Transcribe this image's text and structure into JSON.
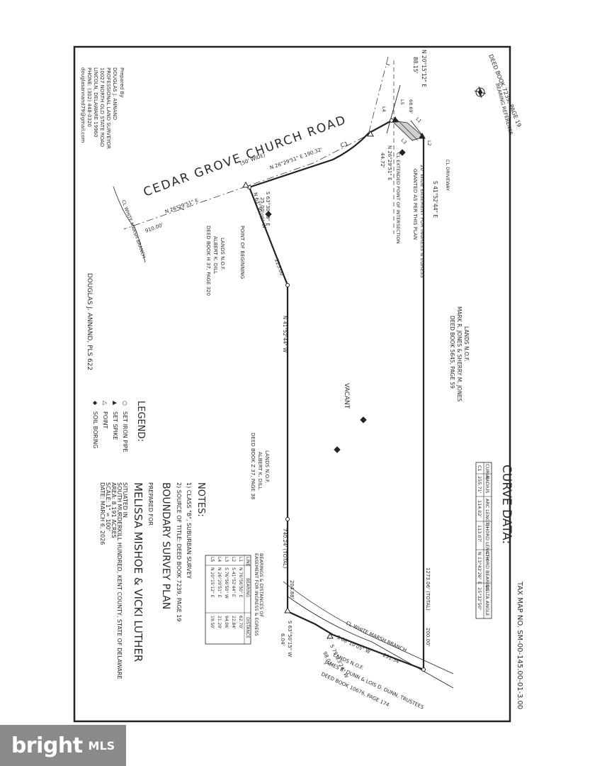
{
  "tax_map": "TAX MAP NO. SM-00-145.00-01-3.00",
  "curve_data": {
    "title": "CURVE DATA:",
    "headers": [
      "CURVE",
      "RADIUS",
      "ARC LENGTH",
      "CHORD LENGTH",
      "CHORD BEARING",
      "DELTA ANGLE"
    ],
    "rows": [
      [
        "C1",
        "255.71'",
        "114.02'",
        "113.07'",
        "N 13°43'26\" E",
        "25°32'50\""
      ]
    ]
  },
  "title_block": {
    "plan_title": "BOUNDARY SURVEY PLAN",
    "prepared_for_label": "PREPARED FOR",
    "client": "MELISSA MISHOE & VICKI LUTHER",
    "situated_label": "SITUATED IN",
    "location": "SOUTH MURDERKILL HUNDRED, KENT COUNTY, STATE OF DELAWARE",
    "area": "AREA: 8.191 ACRES",
    "scale": "SCALE: 1\" = 100'",
    "date": "DATE: MARCH 6, 2026"
  },
  "notes": {
    "title": "NOTES:",
    "items": [
      "1) CLASS \"B\", SUBURBAN SURVEY",
      "2) SOURCE OF TITLE: DEED BOOK 7239, PAGE 19"
    ]
  },
  "legend": {
    "title": "LEGEND:",
    "items": [
      {
        "icon": "circle-icon",
        "symbol": "○",
        "label": "SET IRON PIPE"
      },
      {
        "icon": "triangle-filled-icon",
        "symbol": "▲",
        "label": "SET SPIKE"
      },
      {
        "icon": "triangle-outline-icon",
        "symbol": "△",
        "label": "POINT"
      },
      {
        "icon": "diamond-icon",
        "symbol": "◆",
        "label": "SOIL BORING"
      }
    ]
  },
  "prepared_by": {
    "lines": [
      "Prepared By",
      "DOUGLAS J. ANNAND",
      "PROFESSIONAL LAND SURVEYOR",
      "10027 NORTH OLD STATE ROAD",
      "LINCOLN, DELAWARE 19960",
      "PHONE: (302) 448-0320",
      "douglasannand79@gmail.com"
    ]
  },
  "signature": "DOUGLAS J. ANNAND, PLS 622",
  "easement_table": {
    "title1": "BEARINGS & DISTANCES OF",
    "title2": "EASEMENT FOR INGRESS & EGRESS",
    "headers": [
      "LINE",
      "BEARING",
      "DISTANCE"
    ],
    "rows": [
      [
        "L1",
        "N 76°56'50\" E",
        "62.70'"
      ],
      [
        "L2",
        "S 41°52'44\" E",
        "22.84'"
      ],
      [
        "L3",
        "S 76°56'50\" W",
        "94.06'"
      ],
      [
        "L4",
        "N 26°29'51\" E",
        "21.29'"
      ],
      [
        "L5",
        "N 20°15'12\" E",
        "19.50'"
      ]
    ]
  },
  "road": {
    "name": "CEDAR GROVE CHURCH ROAD",
    "width": "(50' WIDE)",
    "bearing1": "N 26°29'51\" E 190.32'",
    "bearing2": "N 26°29'51\" E",
    "dist": "910.00'"
  },
  "labels": {
    "deed_ref": "DEED BOOK 7239, PAGE 19",
    "bearing_ref": "BEARING REFERENCE",
    "n_2015": "N 20°15'12\" E",
    "n_2015_dist": "88.15'",
    "cl_driveway": "CL DRIVEWAY",
    "s41_top": "S 41°52'44\" E",
    "easement1": "20' WIDE EASEMENT FOR INGRESS & EGRESS",
    "easement2": "GRANTED AS PER THIS PLAN",
    "cl_extended1": "CL EXTENDED POINT OF INTERSECTION",
    "n2629": "N 26°29'51\" E",
    "n2629_dist": "44.72'",
    "c1": "C1",
    "l1": "L1",
    "l2": "L2",
    "l3": "L3",
    "l4": "L4",
    "l5": "L5",
    "dist_6869": "68.69'",
    "jones1": "LANDS N.O.F.",
    "jones2": "MARK R. JONES & SHERRY M. JONES",
    "jones3": "DEED BOOK 5645, PAGE 59",
    "s6330": "S 63°30'09\" E",
    "s6330_dist": "25.00'",
    "n6330": "N 63°30'09\" W",
    "dist_225": "225.00'",
    "pob": "POINT OF BEGINNING",
    "dill1": "LANDS N.O.F.",
    "dill2": "ALBERT K. DILL",
    "dill3": "DEED BOOK H 37, PAGE 320",
    "n4152": "N 41°52'44\" W",
    "vacant": "VACANT",
    "dill_b1": "LANDS N.O.F.",
    "dill_b2": "ALBERT K. DILL",
    "dill_b3": "DEED BOOK Z 37, PAGE 38",
    "total_740": "740.24' (TOTAL)",
    "dist_204": "204.88'",
    "total_1273": "1273.06' (TOTAL)",
    "dist_200": "200.00'",
    "cl_white_marsh": "CL WHITE MARSH BRANCH",
    "cl_white_marsh_top": "CL WHITE MARSH BRANCH",
    "s6810": "S 68°10'05\" W",
    "dist_231": "231.34'",
    "s6330b": "S 63°50'15\" W",
    "s6330b_dist": "6.04'",
    "s7923": "S 79°23'24\" W",
    "s7923_dist": "98.01'",
    "dunn1": "LANDS N.O.F.",
    "dunn2": "JAMES B. DUNN & LOIS D. DUNN, TRUSTEES",
    "dunn3": "DEED BOOK 10676, PAGE 174"
  },
  "brand": {
    "name": "bright",
    "suffix": "MLS"
  }
}
